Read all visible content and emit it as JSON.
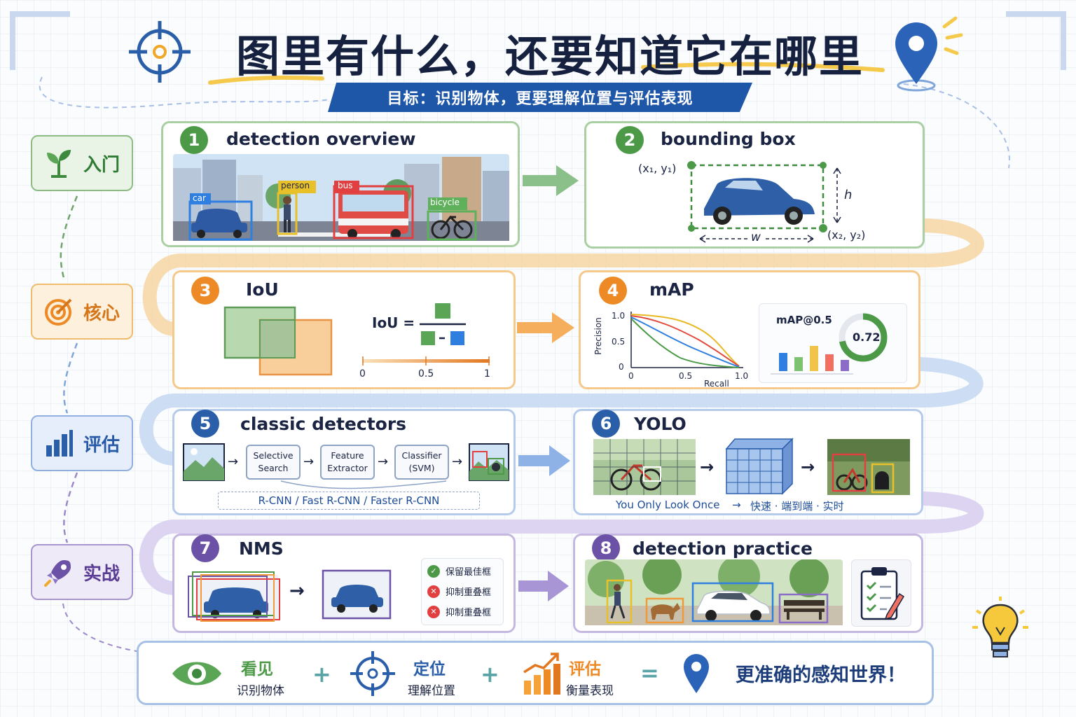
{
  "title": "图里有什么，还要知道它在哪里",
  "subtitle": "目标：识别物体，更要理解位置与评估表现",
  "side_labels": [
    "入门",
    "核心",
    "评估",
    "实战"
  ],
  "cards": {
    "c1": {
      "num": "1",
      "title": "detection overview",
      "tags": [
        "car",
        "person",
        "bus",
        "bicycle"
      ]
    },
    "c2": {
      "num": "2",
      "title": "bounding box",
      "p1": "(x₁, y₁)",
      "p2": "(x₂, y₂)",
      "w": "w",
      "h": "h"
    },
    "c3": {
      "num": "3",
      "title": "IoU",
      "formula": "IoU =",
      "scale": [
        "0",
        "0.5",
        "1"
      ]
    },
    "c4": {
      "num": "4",
      "title": "mAP",
      "ylabel": "Precision",
      "xlabel": "Recall",
      "yticks": [
        "1.0",
        "0.5",
        "0"
      ],
      "xticks": [
        "0",
        "0.5",
        "1.0"
      ],
      "map_label": "mAP@0.5",
      "map_value": "0.72",
      "map_fraction": 0.72
    },
    "c5": {
      "num": "5",
      "title": "classic detectors",
      "steps": [
        "Selective Search",
        "Feature Extractor",
        "Classifier (SVM)"
      ],
      "family": "R-CNN / Fast R-CNN / Faster R-CNN"
    },
    "c6": {
      "num": "6",
      "title": "YOLO",
      "caption_a": "You Only Look Once",
      "caption_b": "→",
      "caption_c": "快速 · 端到端 · 实时"
    },
    "c7": {
      "num": "7",
      "title": "NMS",
      "checks": [
        "保留最佳框",
        "抑制重叠框",
        "抑制重叠框"
      ]
    },
    "c8": {
      "num": "8",
      "title": "detection practice"
    }
  },
  "bottom": {
    "items": [
      {
        "title": "看见",
        "sub": "识别物体",
        "color": "#4c9a48"
      },
      {
        "title": "定位",
        "sub": "理解位置",
        "color": "#2a5ea9"
      },
      {
        "title": "评估",
        "sub": "衡量表现",
        "color": "#ee8a26"
      }
    ],
    "plus": "+",
    "equals": "=",
    "final": "更准确的感知世界！"
  }
}
